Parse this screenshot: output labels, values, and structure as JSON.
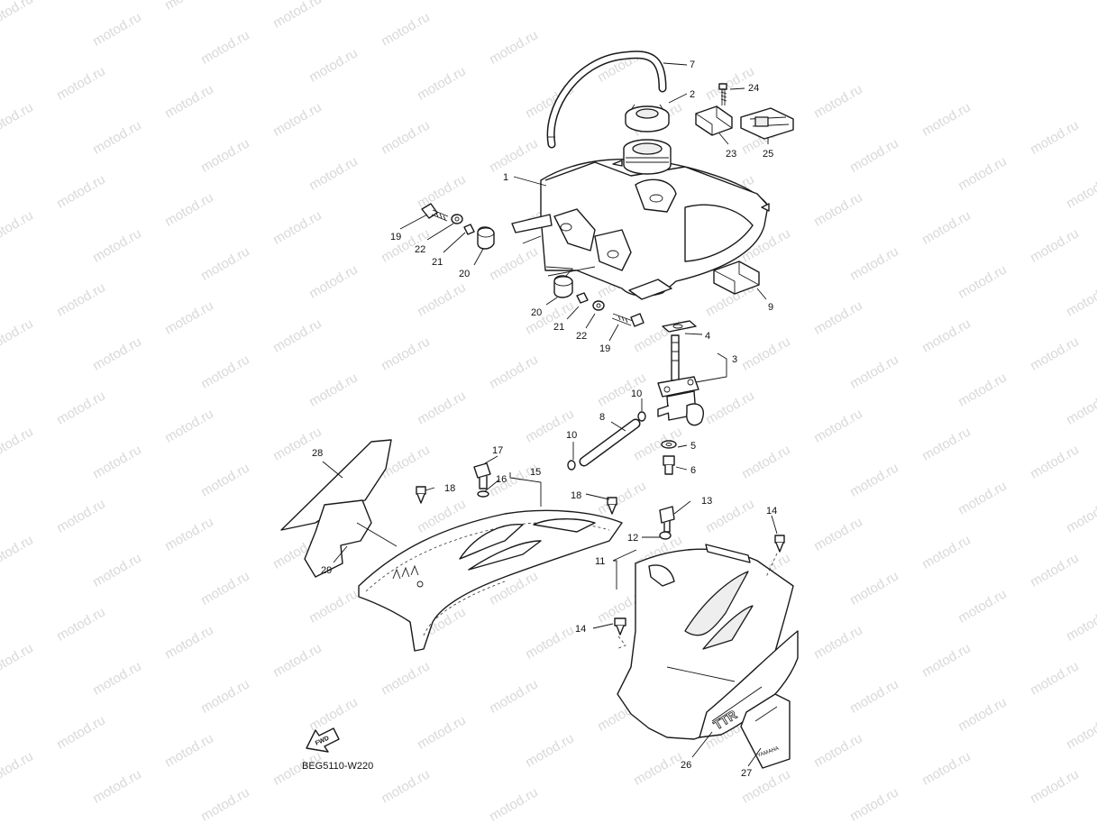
{
  "watermark": {
    "text": "motod.ru"
  },
  "diagram_code": "BEG5110-W220",
  "fwd_label": "FWD",
  "decal_texts": [
    "TTR",
    "YAMAHA"
  ],
  "callouts": [
    {
      "id": "c1",
      "text": "1"
    },
    {
      "id": "c2",
      "text": "2"
    },
    {
      "id": "c3",
      "text": "3"
    },
    {
      "id": "c4",
      "text": "4"
    },
    {
      "id": "c5",
      "text": "5"
    },
    {
      "id": "c6",
      "text": "6"
    },
    {
      "id": "c7",
      "text": "7"
    },
    {
      "id": "c8",
      "text": "8"
    },
    {
      "id": "c9",
      "text": "9"
    },
    {
      "id": "c10a",
      "text": "10"
    },
    {
      "id": "c10b",
      "text": "10"
    },
    {
      "id": "c11",
      "text": "11"
    },
    {
      "id": "c12",
      "text": "12"
    },
    {
      "id": "c13",
      "text": "13"
    },
    {
      "id": "c14a",
      "text": "14"
    },
    {
      "id": "c14b",
      "text": "14"
    },
    {
      "id": "c15",
      "text": "15"
    },
    {
      "id": "c16",
      "text": "16"
    },
    {
      "id": "c17",
      "text": "17"
    },
    {
      "id": "c18a",
      "text": "18"
    },
    {
      "id": "c18b",
      "text": "18"
    },
    {
      "id": "c19a",
      "text": "19"
    },
    {
      "id": "c19b",
      "text": "19"
    },
    {
      "id": "c20a",
      "text": "20"
    },
    {
      "id": "c20b",
      "text": "20"
    },
    {
      "id": "c21a",
      "text": "21"
    },
    {
      "id": "c21b",
      "text": "21"
    },
    {
      "id": "c22a",
      "text": "22"
    },
    {
      "id": "c22b",
      "text": "22"
    },
    {
      "id": "c23",
      "text": "23"
    },
    {
      "id": "c24",
      "text": "24"
    },
    {
      "id": "c25",
      "text": "25"
    },
    {
      "id": "c26",
      "text": "26"
    },
    {
      "id": "c27",
      "text": "27"
    },
    {
      "id": "c28",
      "text": "28"
    },
    {
      "id": "c29",
      "text": "29"
    }
  ]
}
